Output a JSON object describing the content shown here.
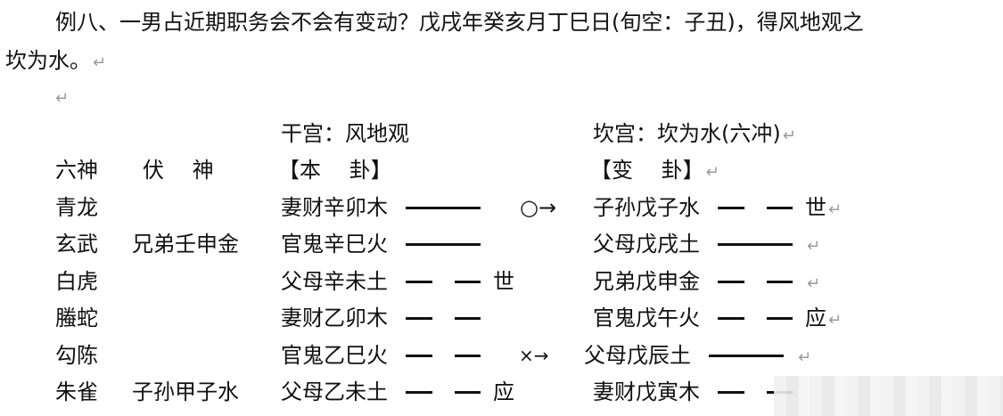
{
  "paragraph": {
    "line1": "例八、一男占近期职务会不会有变动？戊戌年癸亥月丁巳日(旬空：子丑)，得风地观之",
    "line2": "坎为水。"
  },
  "para_mark": "↵",
  "headers": {
    "ben_gong": "干宫：风地观",
    "bian_gong": "坎宫：坎为水(六冲)",
    "liushen": "六神",
    "fushen": "伏　 神",
    "ben_gua": "【本　 卦】",
    "bian_gua": "【变　 卦】"
  },
  "rows": [
    {
      "liushen": "青龙",
      "fushen": "",
      "ben": "妻财辛卯木",
      "ben_yao": "yang",
      "ben_mark": "",
      "move": "○→",
      "bian": "子孙戊子水",
      "bian_yao": "yin",
      "bian_mark": "世"
    },
    {
      "liushen": "玄武",
      "fushen": "兄弟壬申金",
      "ben": "官鬼辛巳火",
      "ben_yao": "yang",
      "ben_mark": "",
      "move": "",
      "bian": "父母戊戌土",
      "bian_yao": "yang",
      "bian_mark": ""
    },
    {
      "liushen": "白虎",
      "fushen": "",
      "ben": "父母辛未土",
      "ben_yao": "yin",
      "ben_mark": "世",
      "move": "",
      "bian": "兄弟戊申金",
      "bian_yao": "yin",
      "bian_mark": ""
    },
    {
      "liushen": "螣蛇",
      "fushen": "",
      "ben": "妻财乙卯木",
      "ben_yao": "yin",
      "ben_mark": "",
      "move": "",
      "bian": "官鬼戊午火",
      "bian_yao": "yin",
      "bian_mark": "应"
    },
    {
      "liushen": "勾陈",
      "fushen": "",
      "ben": "官鬼乙巳火",
      "ben_yao": "yin",
      "ben_mark": "",
      "move": "×→",
      "bian": "父母戊辰土",
      "bian_yao": "yang",
      "bian_mark": ""
    },
    {
      "liushen": "朱雀",
      "fushen": "子孙甲子水",
      "ben": "父母乙未土",
      "ben_yao": "yin",
      "ben_mark": "应",
      "move": "",
      "bian": "妻财戊寅木",
      "bian_yao": "yin",
      "bian_mark": ""
    }
  ]
}
